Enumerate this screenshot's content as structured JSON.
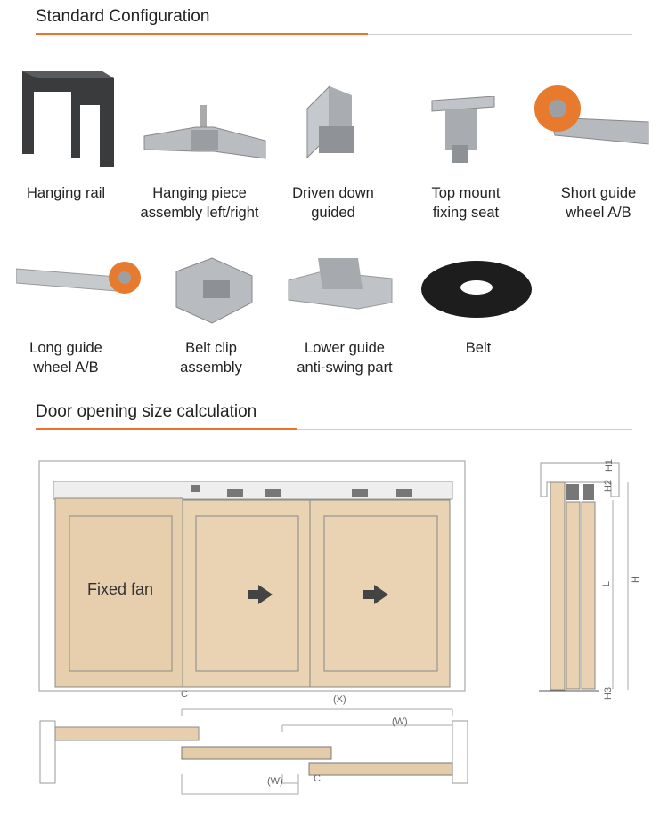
{
  "sections": {
    "standard": "Standard Configuration",
    "calc": "Door opening size calculation"
  },
  "accent": "#e8752a",
  "parts": [
    {
      "line1": "Hanging rail",
      "line2": ""
    },
    {
      "line1": "Hanging piece",
      "line2": "assembly left/right"
    },
    {
      "line1": "Driven down",
      "line2": "guided"
    },
    {
      "line1": "Top mount",
      "line2": "fixing seat"
    },
    {
      "line1": "Short guide",
      "line2": "wheel A/B"
    },
    {
      "line1": "Long guide",
      "line2": "wheel A/B"
    },
    {
      "line1": "Belt clip",
      "line2": "assembly"
    },
    {
      "line1": "Lower guide",
      "line2": "anti-swing part"
    },
    {
      "line1": "Belt",
      "line2": ""
    }
  ],
  "diagram": {
    "fixed_fan": "Fixed fan",
    "c": "C",
    "x": "(X)",
    "w": "(W)",
    "h": "H",
    "h1": "H1",
    "h2": "H2",
    "h3": "H3",
    "l": "L"
  }
}
